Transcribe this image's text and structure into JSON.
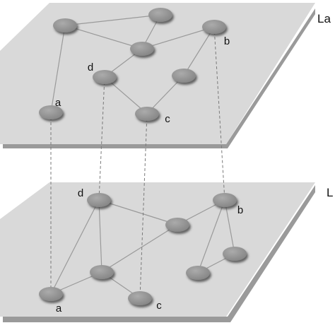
{
  "colors": {
    "plane_fill": "#d9d9d9",
    "plane_shadow": "#9a9a9a",
    "node_fill": "#8c8c8c",
    "node_highlight": "#a8a8a8",
    "node_shadow": "#4a4a4a",
    "edge": "#9a9a9a",
    "interlayer_edge": "#7a7a7a",
    "text": "#111111"
  },
  "layers": [
    {
      "id": "top",
      "label": "La",
      "nodes": [
        {
          "id": "t1",
          "label": ""
        },
        {
          "id": "t2",
          "label": ""
        },
        {
          "id": "t3",
          "label": "b"
        },
        {
          "id": "t4",
          "label": ""
        },
        {
          "id": "t5",
          "label": "d"
        },
        {
          "id": "t6",
          "label": ""
        },
        {
          "id": "t7",
          "label": "a"
        },
        {
          "id": "t8",
          "label": "c"
        }
      ],
      "edges": [
        [
          "t1",
          "t2"
        ],
        [
          "t1",
          "t4"
        ],
        [
          "t2",
          "t4"
        ],
        [
          "t1",
          "t7"
        ],
        [
          "t4",
          "t3"
        ],
        [
          "t4",
          "t5"
        ],
        [
          "t3",
          "t6"
        ],
        [
          "t5",
          "t8"
        ],
        [
          "t6",
          "t8"
        ]
      ]
    },
    {
      "id": "bottom",
      "label": "L",
      "nodes": [
        {
          "id": "b1",
          "label": "d"
        },
        {
          "id": "b2",
          "label": "b"
        },
        {
          "id": "b3",
          "label": ""
        },
        {
          "id": "b4",
          "label": ""
        },
        {
          "id": "b5",
          "label": ""
        },
        {
          "id": "b6",
          "label": ""
        },
        {
          "id": "b7",
          "label": "a"
        },
        {
          "id": "b8",
          "label": "c"
        }
      ],
      "edges": [
        [
          "b1",
          "b3"
        ],
        [
          "b1",
          "b5"
        ],
        [
          "b1",
          "b7"
        ],
        [
          "b3",
          "b2"
        ],
        [
          "b3",
          "b5"
        ],
        [
          "b2",
          "b4"
        ],
        [
          "b2",
          "b6"
        ],
        [
          "b4",
          "b6"
        ],
        [
          "b5",
          "b7"
        ],
        [
          "b5",
          "b8"
        ]
      ]
    }
  ],
  "interlayer_edges": [
    [
      "t7",
      "b7"
    ],
    [
      "t5",
      "b1"
    ],
    [
      "t8",
      "b8"
    ],
    [
      "t3",
      "b2"
    ]
  ]
}
